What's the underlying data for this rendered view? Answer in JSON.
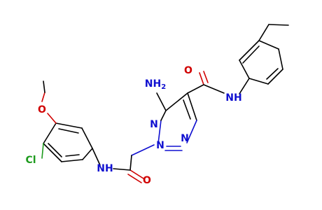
{
  "labels": {
    "nh2": "NH2",
    "ring_n1": "N",
    "ring_n2": "N",
    "ring_n3": "N",
    "amide_nh_right": "NH",
    "amide_o_right": "O",
    "amide_nh_left": "NH",
    "amide_o_left": "O",
    "chloro": "Cl",
    "methoxy_o": "O"
  },
  "colors": {
    "nitrogen": "#1010d0",
    "oxygen": "#d00000",
    "chlorine": "#1e9b1e",
    "carbon_bond": "#000000"
  }
}
